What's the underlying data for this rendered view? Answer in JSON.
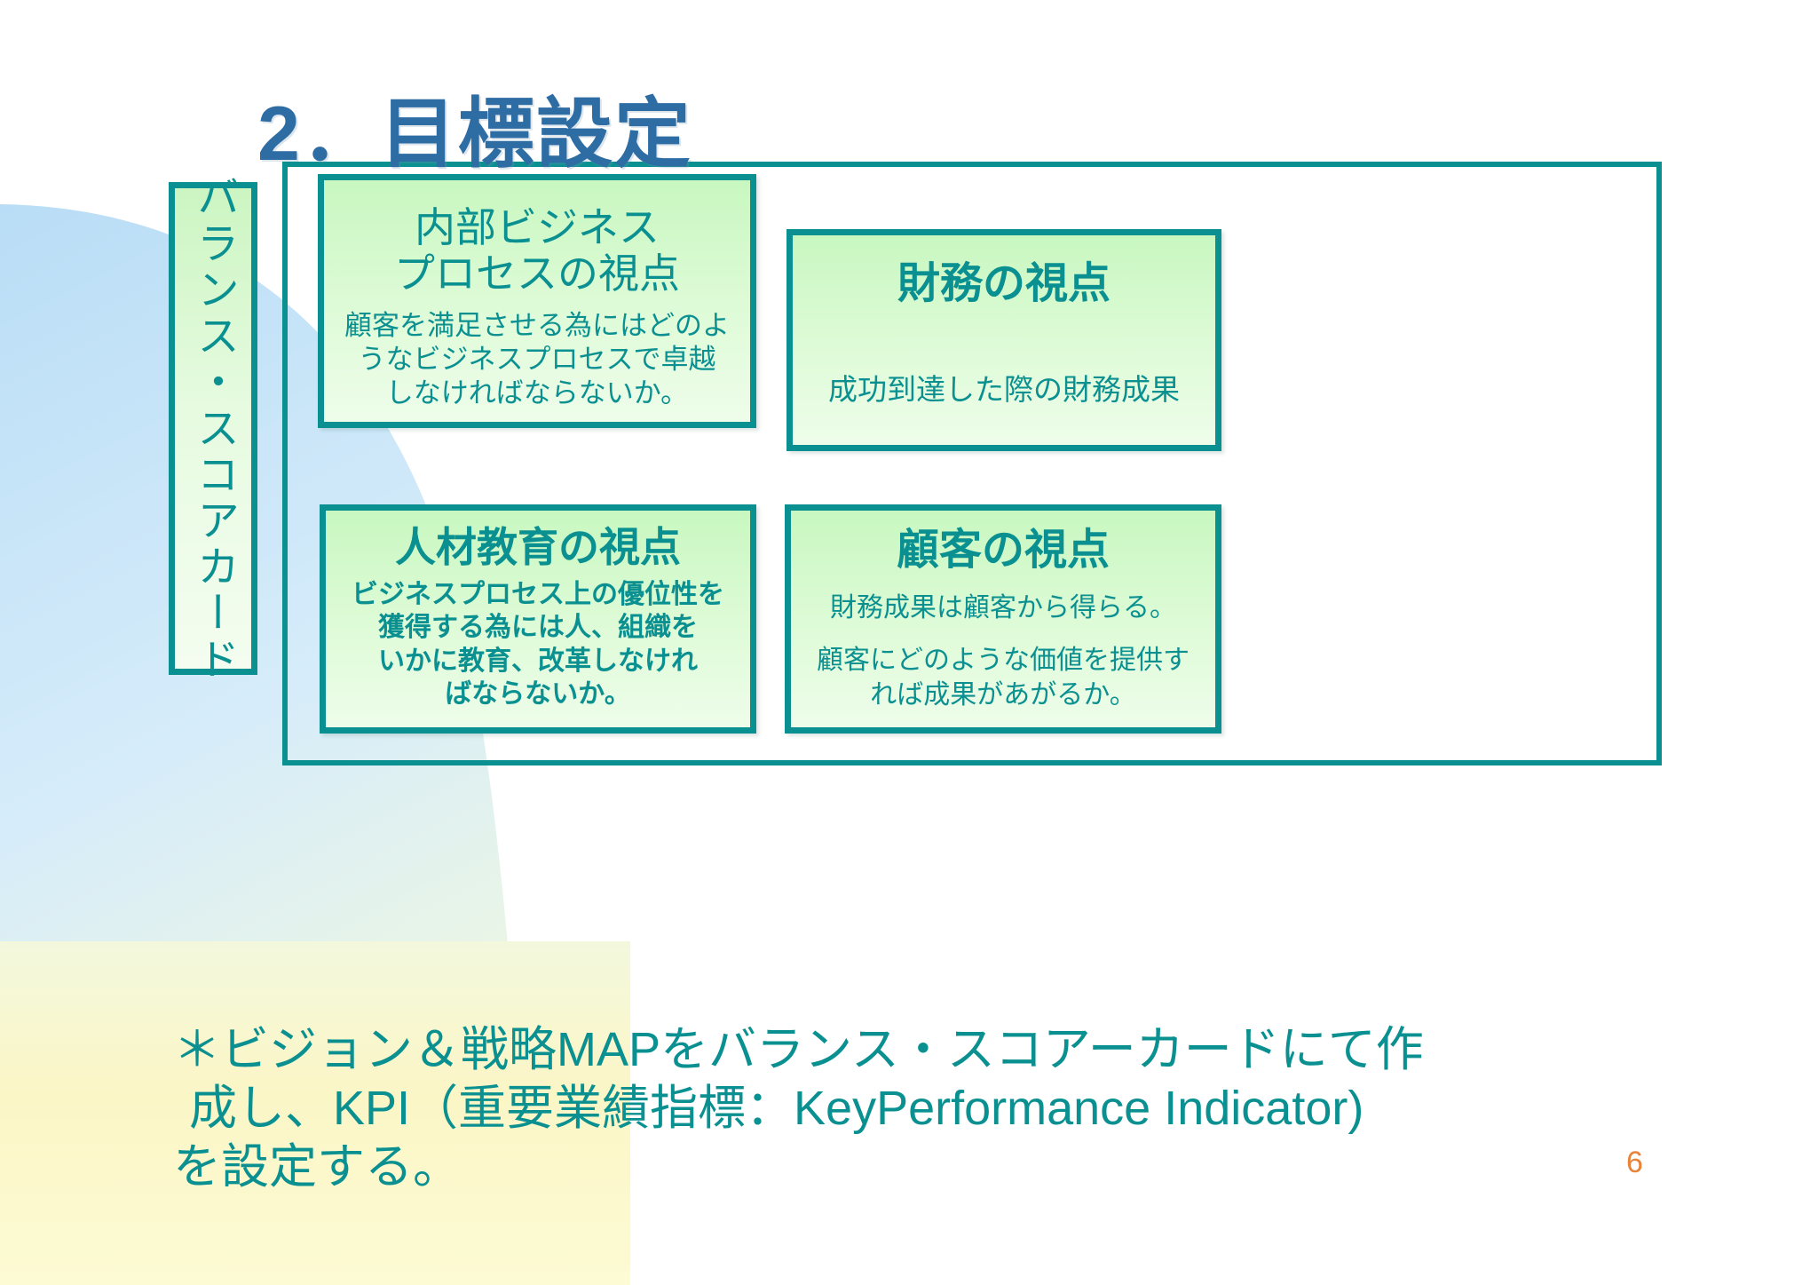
{
  "slide": {
    "title": "2．目標設定",
    "page_number": "6",
    "colors": {
      "title_blue": "#2e6ca4",
      "teal": "#0a9090",
      "box_green_light": "#c8f7c0",
      "page_number_orange": "#e8833a",
      "bg_blue": "#cfe6f7",
      "bg_yellow": "#fbf6c8"
    }
  },
  "vertical_label": {
    "text": "バランス・スコアカード"
  },
  "quadrants": [
    {
      "id": "internal-process",
      "heading_line1": "内部ビジネス",
      "heading_line2": "プロセスの視点",
      "body_line1": "顧客を満足させる為にはどのよ",
      "body_line2": "うなビジネスプロセスで卓越",
      "body_line3": "しなければならないか。"
    },
    {
      "id": "financial",
      "heading_line1": "財務の視点",
      "body_line1": "成功到達した際の財務成果"
    },
    {
      "id": "hr-education",
      "heading_line1": "人材教育の視点",
      "body_line1": "ビジネスプロセス上の優位性を",
      "body_line2": "獲得する為には人、組織を",
      "body_line3": "いかに教育、改革しなけれ",
      "body_line4": "ばならないか。"
    },
    {
      "id": "customer",
      "heading_line1": "顧客の視点",
      "body_line1": "財務成果は顧客から得らる。",
      "body_line2": "顧客にどのような価値を提供す",
      "body_line3": "れば成果があがるか。"
    }
  ],
  "footer": {
    "line1": "＊ビジョン＆戦略MAPをバランス・スコアーカードにて作",
    "line2": "成し、KPI（重要業績指標：KeyPerformance Indicator)",
    "line3": "を設定する。"
  }
}
